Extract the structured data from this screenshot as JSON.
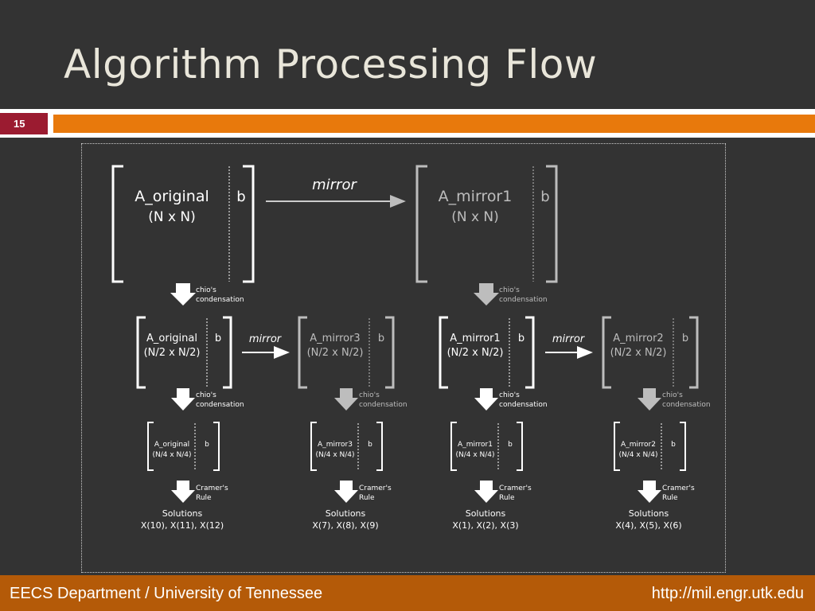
{
  "slide": {
    "title": "Algorithm Processing Flow",
    "number": "15"
  },
  "footer": {
    "left": "EECS Department / University of Tennessee",
    "right": "http://mil.engr.utk.edu"
  },
  "diagram": {
    "row1": {
      "a_original": {
        "name": "A_original",
        "size": "(N x N)",
        "rhs": "b"
      },
      "a_mirror1": {
        "name": "A_mirror1",
        "size": "(N x N)",
        "rhs": "b"
      },
      "mirror_label": "mirror"
    },
    "chio_line1": "chio's",
    "chio_line2": "condensation",
    "row2": {
      "m1": {
        "name": "A_original",
        "size": "(N/2 x N/2)",
        "rhs": "b"
      },
      "m2": {
        "name": "A_mirror3",
        "size": "(N/2 x N/2)",
        "rhs": "b"
      },
      "m3": {
        "name": "A_mirror1",
        "size": "(N/2 x N/2)",
        "rhs": "b"
      },
      "m4": {
        "name": "A_mirror2",
        "size": "(N/2 x N/2)",
        "rhs": "b"
      },
      "mirror_label_a": "mirror",
      "mirror_label_b": "mirror"
    },
    "row3": {
      "m1": {
        "name": "A_original",
        "size": "(N/4 x N/4)",
        "rhs": "b"
      },
      "m2": {
        "name": "A_mirror3",
        "size": "(N/4 x N/4)",
        "rhs": "b"
      },
      "m3": {
        "name": "A_mirror1",
        "size": "(N/4 x N/4)",
        "rhs": "b"
      },
      "m4": {
        "name": "A_mirror2",
        "size": "(N/4 x N/4)",
        "rhs": "b"
      }
    },
    "cramer_line1": "Cramer's",
    "cramer_line2": "Rule",
    "solutions_label": "Solutions",
    "solutions": {
      "s1": "X(10), X(11), X(12)",
      "s2": "X(7), X(8), X(9)",
      "s3": "X(1), X(2), X(3)",
      "s4": "X(4), X(5), X(6)"
    },
    "colors": {
      "primary": "#ffffff",
      "mirror": "#bdbdbd",
      "accent_orange": "#e8790c",
      "number_red": "#9b1b30",
      "footer": "#b45a08"
    }
  }
}
